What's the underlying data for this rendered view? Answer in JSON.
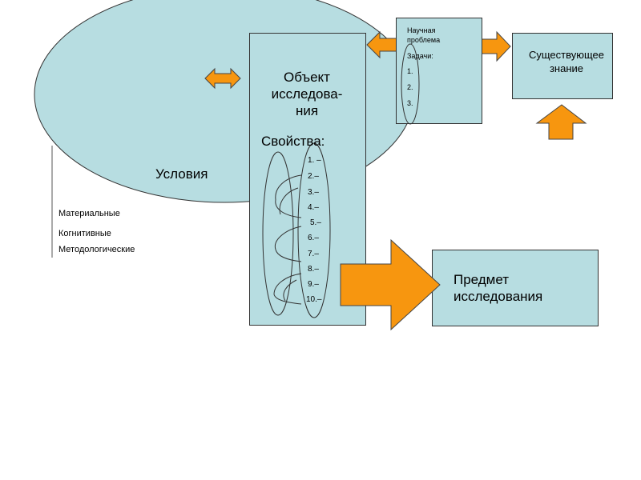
{
  "colors": {
    "fill": "#b7dde1",
    "arrow": "#f7960f",
    "stroke": "#333333"
  },
  "conditions": {
    "label": "Условия",
    "items": [
      "Материальные",
      "Когнитивные",
      "Методологические"
    ]
  },
  "object": {
    "title_lines": [
      "Объект",
      "исследова-",
      "ния"
    ],
    "properties_label": "Свойства:",
    "properties": [
      "1. –",
      "2.–",
      "3.–",
      "4.–",
      "5.–",
      "6.–",
      "7.–",
      "8.–",
      "9.–",
      "10.–"
    ]
  },
  "problem": {
    "title_lines": [
      "Научная",
      "проблема"
    ],
    "tasks_label": "Задачи:",
    "tasks": [
      "1.",
      "2.",
      "3."
    ]
  },
  "existing_knowledge": {
    "lines": [
      "Существующее",
      "знание"
    ]
  },
  "subject": {
    "lines": [
      "Предмет",
      "исследования"
    ]
  }
}
